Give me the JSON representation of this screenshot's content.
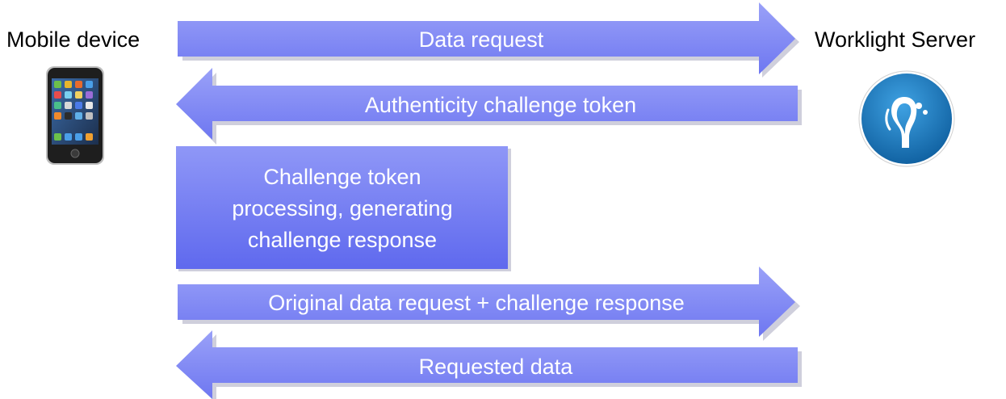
{
  "actors": {
    "client_label": "Mobile device",
    "server_label": "Worklight Server"
  },
  "messages": [
    {
      "text": "Data request",
      "direction": "right"
    },
    {
      "text": "Authenticity challenge token",
      "direction": "left"
    },
    {
      "text": "Original data request + challenge response",
      "direction": "right"
    },
    {
      "text": "Requested data",
      "direction": "left"
    }
  ],
  "process_box": {
    "lines": [
      "Challenge token",
      "processing, generating",
      "challenge response"
    ]
  },
  "colors": {
    "arrow_light": "#8b93f7",
    "arrow_dark": "#6f78f2",
    "shadow": "#c7c7d6",
    "server_icon_blue": "#1b78bd",
    "phone_body": "#2a2a2a"
  }
}
